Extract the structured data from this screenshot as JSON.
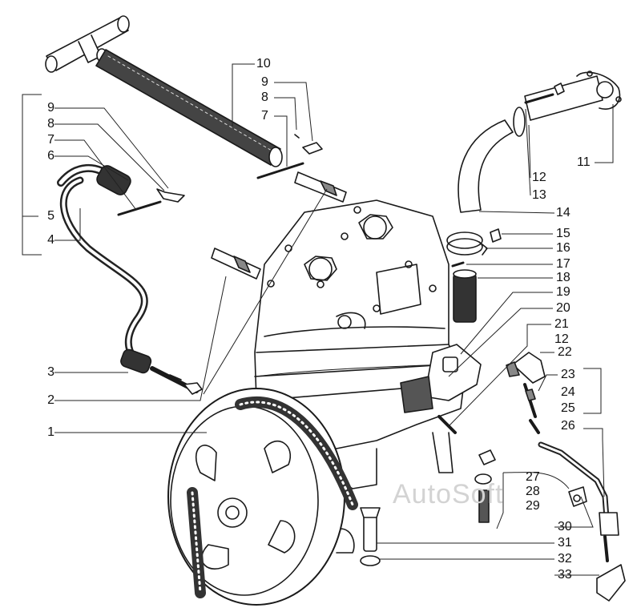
{
  "watermark": "AutoSoft",
  "callouts": {
    "c1": "1",
    "c2": "2",
    "c3": "3",
    "c4": "4",
    "c5": "5",
    "c6": "6",
    "c7a": "7",
    "c8a": "8",
    "c9a": "9",
    "c10": "10",
    "c9b": "9",
    "c8b": "8",
    "c7b": "7",
    "c11": "11",
    "c12a": "12",
    "c13": "13",
    "c14": "14",
    "c15": "15",
    "c16": "16",
    "c17": "17",
    "c18": "18",
    "c19": "19",
    "c20": "20",
    "c21": "21",
    "c12b": "12",
    "c22": "22",
    "c23": "23",
    "c24": "24",
    "c25": "25",
    "c26": "26",
    "c27": "27",
    "c28": "28",
    "c29": "29",
    "c30": "30",
    "c31": "31",
    "c32": "32",
    "c33": "33"
  }
}
